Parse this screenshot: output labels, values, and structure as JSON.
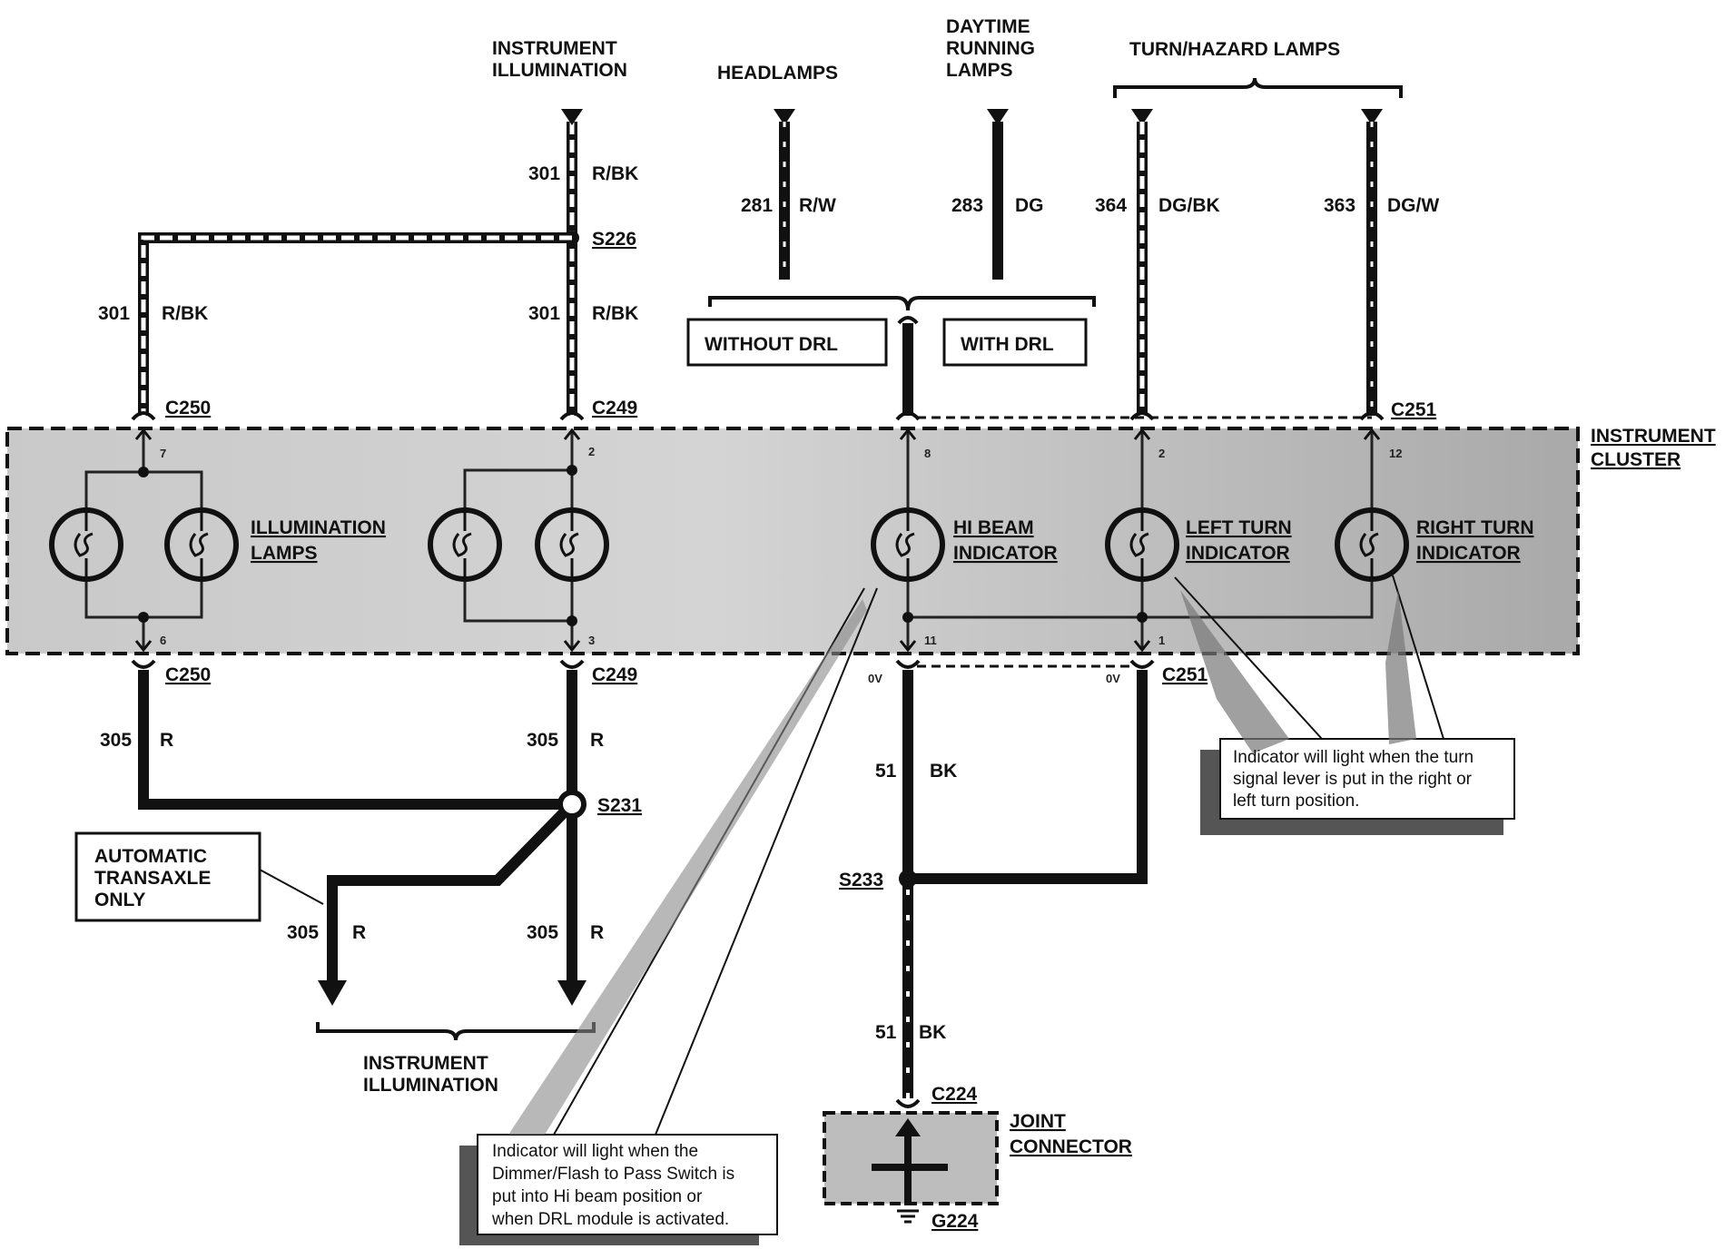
{
  "headers": {
    "instrument_illumination_top": [
      "INSTRUMENT",
      "ILLUMINATION"
    ],
    "headlamps": "HEADLAMPS",
    "daytime_running_lamps": [
      "DAYTIME",
      "RUNNING",
      "LAMPS"
    ],
    "turn_hazard_lamps": "TURN/HAZARD LAMPS",
    "instrument_cluster": [
      "INSTRUMENT",
      "CLUSTER"
    ],
    "instrument_illumination_bottom": [
      "INSTRUMENT",
      "ILLUMINATION"
    ],
    "joint_connector": [
      "JOINT",
      "CONNECTOR"
    ]
  },
  "boxes": {
    "without_drl": "WITHOUT DRL",
    "with_drl": "WITH DRL",
    "automatic_transaxle": [
      "AUTOMATIC",
      "TRANSAXLE",
      "ONLY"
    ]
  },
  "circuits": {
    "c301_top": {
      "num": "301",
      "color": "R/BK"
    },
    "c301_left": {
      "num": "301",
      "color": "R/BK"
    },
    "c301_mid": {
      "num": "301",
      "color": "R/BK"
    },
    "c281": {
      "num": "281",
      "color": "R/W"
    },
    "c283": {
      "num": "283",
      "color": "DG"
    },
    "c364": {
      "num": "364",
      "color": "DG/BK"
    },
    "c363": {
      "num": "363",
      "color": "DG/W"
    },
    "c305_a": {
      "num": "305",
      "color": "R"
    },
    "c305_b": {
      "num": "305",
      "color": "R"
    },
    "c305_c": {
      "num": "305",
      "color": "R"
    },
    "c305_d": {
      "num": "305",
      "color": "R"
    },
    "c51_a": {
      "num": "51",
      "color": "BK"
    },
    "c51_b": {
      "num": "51",
      "color": "BK"
    }
  },
  "splices": {
    "s226": "S226",
    "s231": "S231",
    "s233": "S233"
  },
  "connectors": {
    "c250_top": "C250",
    "c249_top": "C249",
    "c251_top": "C251",
    "c250_bot": "C250",
    "c249_bot": "C249",
    "c251_bot": "C251",
    "c224": "C224",
    "g224": "G224"
  },
  "pins": {
    "p7": "7",
    "p2a": "2",
    "p8": "8",
    "p2b": "2",
    "p12": "12",
    "p6": "6",
    "p3": "3",
    "p11": "11",
    "p1": "1"
  },
  "voltages": {
    "v1": "0V",
    "v2": "0V"
  },
  "lamps": {
    "illumination": [
      "ILLUMINATION",
      "LAMPS"
    ],
    "hi_beam": [
      "HI BEAM",
      "INDICATOR"
    ],
    "left_turn": [
      "LEFT TURN",
      "INDICATOR"
    ],
    "right_turn": [
      "RIGHT TURN",
      "INDICATOR"
    ]
  },
  "notes": {
    "turn": [
      "Indicator will light when the turn",
      "signal lever is put in the right or",
      "left turn position."
    ],
    "hibeam": [
      "Indicator will light when the",
      "Dimmer/Flash to Pass Switch is",
      "put into Hi beam position or",
      "when DRL module is activated."
    ]
  }
}
